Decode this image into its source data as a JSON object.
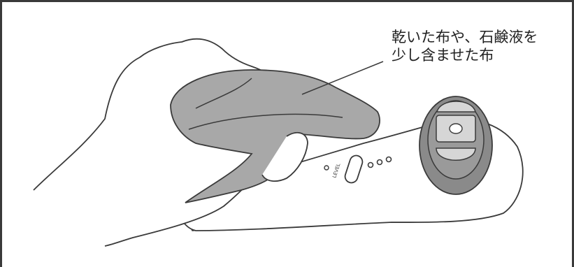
{
  "illustration": {
    "caption_line1": "乾いた布や、石鹸液を",
    "caption_line2": "少し含ませた布",
    "device_level_label": "LEVEL",
    "colors": {
      "line": "#3a3a3a",
      "cloth_fill": "#a8a8a8",
      "device_fill": "#ffffff",
      "head_fill": "#8a8a8a",
      "head_inner": "#d6d6d6",
      "base_stripe": "#b8b8b8"
    },
    "icons": [
      "hand-illustration",
      "cloth-illustration",
      "device-illustration",
      "leader-line"
    ]
  }
}
